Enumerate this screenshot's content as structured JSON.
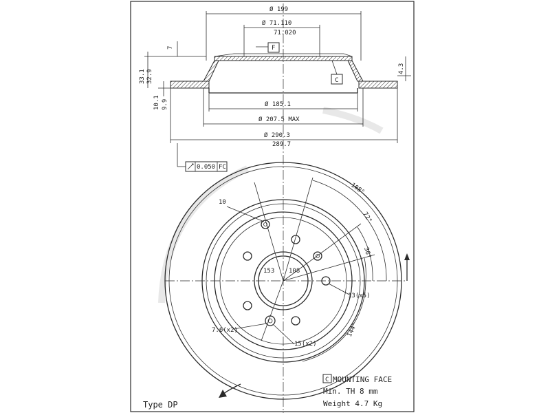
{
  "dims": {
    "d199": "Ø 199",
    "d71_110": "Ø 71.110",
    "d71_020": "71.020",
    "d7": "7",
    "h33_1": "33.1",
    "h32_9": "32.9",
    "d4_3": "4.3",
    "d10_1": "10.1",
    "d9_9": "9.9",
    "d185_1": "Ø 185.1",
    "d207_5": "Ø 207.5 MAX",
    "d290_3": "Ø 290.3",
    "d289_7": "289.7",
    "tol": "0.050",
    "datum_fc": "FC",
    "a108deg": "108°",
    "a72": "72°",
    "a36": "36°",
    "a144": "144°",
    "n10": "10",
    "n153": "153",
    "n108": "108",
    "n13x5": "13(x5)",
    "n7_6x2": "7.6(x2)",
    "n15x2": "15(x2)"
  },
  "labels": {
    "F": "F",
    "C": "C",
    "legend_c": "C",
    "mounting_face": "MOUNTING FACE",
    "min_th": "Min. TH 8 mm",
    "weight": "Weight  4.7 Kg",
    "type": "Type DP"
  }
}
